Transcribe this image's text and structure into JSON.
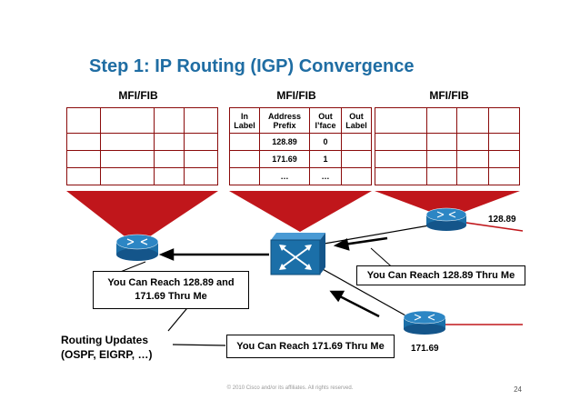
{
  "title": "Step 1: IP Routing (IGP) Convergence",
  "fib_labels": {
    "left": "MFI/FIB",
    "center": "MFI/FIB",
    "right": "MFI/FIB"
  },
  "center_table": {
    "headers": [
      "In Label",
      "Address Prefix",
      "Out I’face",
      "Out Label"
    ],
    "rows": [
      [
        "",
        "128.89",
        "0",
        ""
      ],
      [
        "",
        "171.69",
        "1",
        ""
      ],
      [
        "",
        "…",
        "…",
        ""
      ]
    ]
  },
  "callouts": {
    "left": "You Can Reach 128.89 and 171.69 Thru Me",
    "right": "You Can Reach 128.89 Thru Me",
    "bottom": "You Can Reach 171.69 Thru Me"
  },
  "labels": {
    "routing_updates_line1": "Routing Updates",
    "routing_updates_line2": "(OSPF, EIGRP, …)",
    "prefix_right": "128.89",
    "prefix_bottom": "171.69"
  },
  "footer": "© 2010 Cisco and/or its affiliates. All rights reserved.",
  "page_number": "24",
  "colors": {
    "title": "#1f6da3",
    "funnel": "#c0161b",
    "router": "#1b6fa8",
    "line": "#c0161b"
  }
}
